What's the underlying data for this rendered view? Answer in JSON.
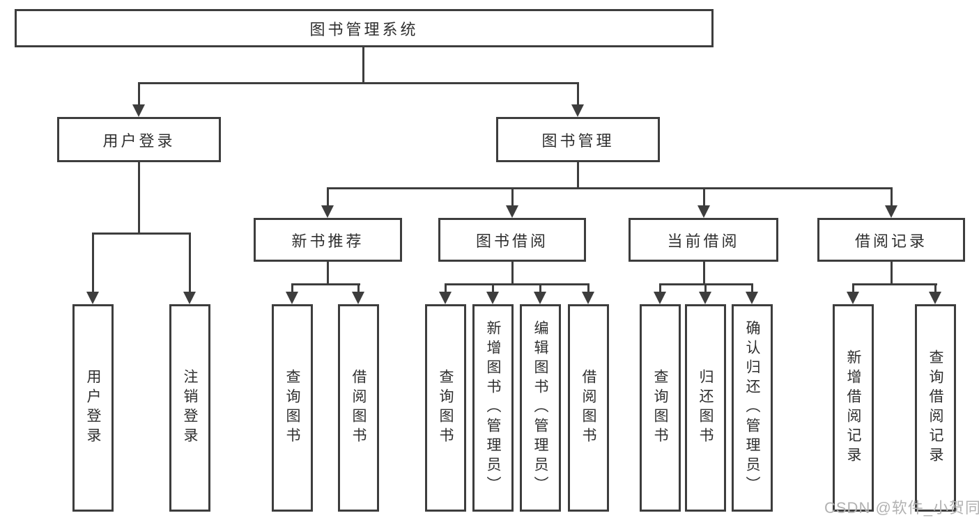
{
  "tree": {
    "label": "图书管理系统",
    "children": [
      {
        "label": "用户登录",
        "children": [
          {
            "label": "用户登录"
          },
          {
            "label": "注销登录"
          }
        ]
      },
      {
        "label": "图书管理",
        "children": [
          {
            "label": "新书推荐",
            "children": [
              {
                "label": "查询图书"
              },
              {
                "label": "借阅图书"
              }
            ]
          },
          {
            "label": "图书借阅",
            "children": [
              {
                "label": "查询图书"
              },
              {
                "label": "新增图书（管理员）"
              },
              {
                "label": "编辑图书（管理员）"
              },
              {
                "label": "借阅图书"
              }
            ]
          },
          {
            "label": "当前借阅",
            "children": [
              {
                "label": "查询图书"
              },
              {
                "label": "归还图书"
              },
              {
                "label": "确认归还（管理员）"
              }
            ]
          },
          {
            "label": "借阅记录",
            "children": [
              {
                "label": "新增借阅记录"
              },
              {
                "label": "查询借阅记录"
              }
            ]
          }
        ]
      }
    ]
  },
  "watermark": {
    "text": "CSDN @软件_小贺同学"
  },
  "colors": {
    "line": "#3d3d3d",
    "text": "#2f2f2f",
    "watermark": "#b2b2b2",
    "background": "#ffffff"
  }
}
